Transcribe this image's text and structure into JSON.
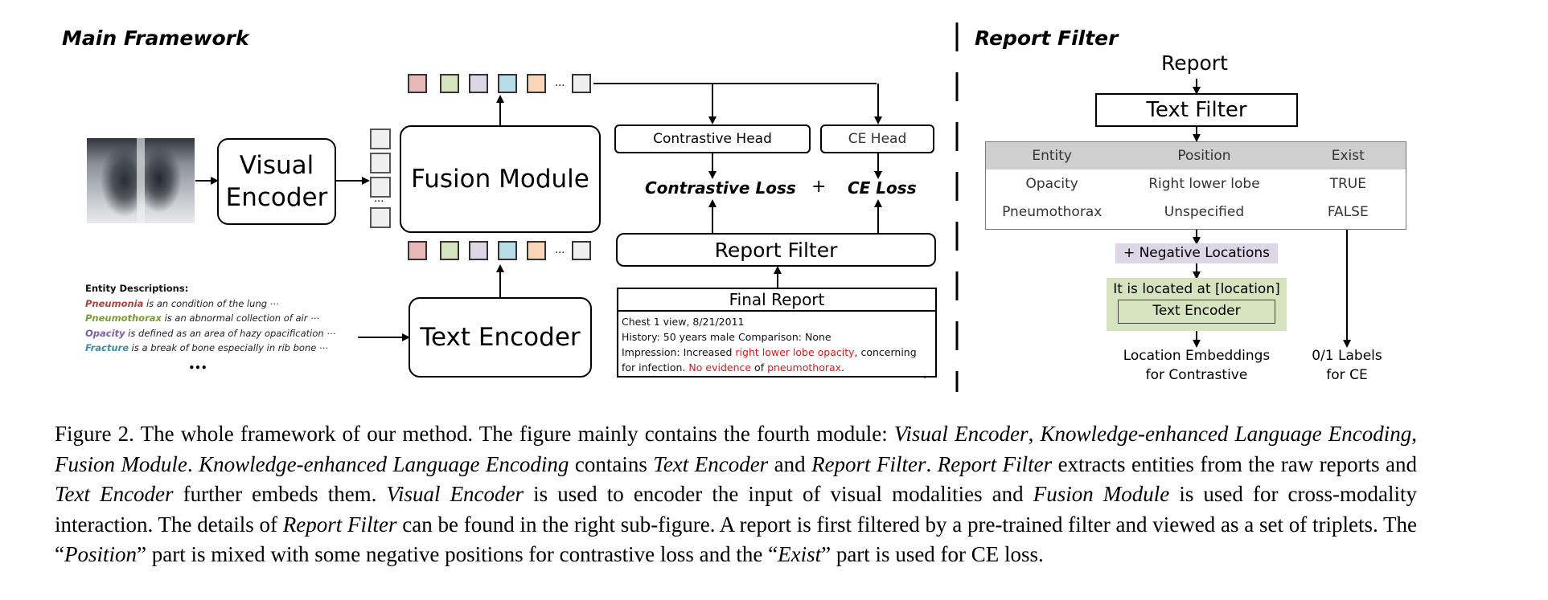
{
  "figure": {
    "main_framework": {
      "title": "Main Framework",
      "visual_encoder": {
        "line1": "Visual",
        "line2": "Encoder"
      },
      "fusion_module": "Fusion Module",
      "text_encoder": "Text Encoder",
      "contrastive_head": "Contrastive Head",
      "ce_head": "CE Head",
      "contrastive_loss": "Contrastive Loss",
      "plus": "+",
      "ce_loss": "CE Loss",
      "report_filter": "Report Filter",
      "token_ellipsis": "...",
      "visual_token_ellipsis": "...",
      "token_colors": [
        "#e8b8b6",
        "#d6e3bf",
        "#dcd6e6",
        "#b6dde7",
        "#fbd5b6",
        "#efefef"
      ],
      "entity_descriptions": {
        "header": "Entity Descriptions:",
        "items": [
          {
            "term": "Pneumonia",
            "rest": " is an  condition of the lung ⋯",
            "color": "#a8423e"
          },
          {
            "term": "Pneumothorax",
            "rest": " is an abnormal collection of air ⋯",
            "color": "#7a9a3a"
          },
          {
            "term": "Opacity",
            "rest": " is defined as an area of hazy opacification ⋯",
            "color": "#7b5fa8"
          },
          {
            "term": "Fracture",
            "rest": " is a break of bone especially in rib bone ⋯",
            "color": "#3a8fa5"
          }
        ],
        "more": "•••"
      },
      "final_report": {
        "title": "Final Report",
        "line1": "Chest 1 view, 8/21/2011",
        "line2": "History: 50 years male   Comparison: None",
        "line3_a": "Impression: Increased ",
        "line3_red": "right lower lobe opacity",
        "line3_b": ", concerning",
        "line4_a": "for infection. ",
        "line4_red1": "No evidence",
        "line4_b": " of ",
        "line4_red2": "pneumothorax",
        "line4_c": "."
      }
    },
    "report_filter": {
      "title": "Report Filter",
      "report_label": "Report",
      "text_filter": "Text Filter",
      "table": {
        "headers": [
          "Entity",
          "Position",
          "Exist"
        ],
        "rows": [
          [
            "Opacity",
            "Right lower lobe",
            "TRUE"
          ],
          [
            "Pneumothorax",
            "Unspecified",
            "FALSE"
          ]
        ]
      },
      "negative_locations": "+ Negative Locations",
      "prompt": "It is located at [location]",
      "text_encoder": "Text Encoder",
      "location_embeddings": {
        "line1": "Location Embeddings",
        "line2": "for Contrastive"
      },
      "labels": {
        "line1": "0/1 Labels",
        "line2": "for CE"
      },
      "negative_color": "#dcd6e6",
      "prompt_color": "#d6e3bf"
    }
  },
  "caption": {
    "p1": "Figure 2.  The whole framework of our method.  The figure mainly contains the fourth module: ",
    "i1": "Visual Encoder",
    "p2": ", ",
    "i2": "Knowledge-enhanced Language Encoding",
    "p3": ", ",
    "i3": "Fusion Module",
    "p4": ".  ",
    "i4": "Knowledge-enhanced Language Encoding",
    "p5": " contains ",
    "i5": "Text Encoder",
    "p6": " and ",
    "i6": "Report Filter",
    "p7": ".  ",
    "i7": "Report Filter",
    "p8": " extracts entities from the raw reports and ",
    "i8": "Text Encoder",
    "p9": " further embeds them.  ",
    "i9": "Visual Encoder",
    "p10": " is used to encoder the input of visual modalities and ",
    "i10": "Fusion Module",
    "p11": " is used for cross-modality interaction. The details of ",
    "i11": "Report Filter",
    "p12": " can be found in the right sub-figure. A report is first filtered by a pre-trained filter and viewed as a set of triplets. The “",
    "i12": "Position",
    "p13": "” part is mixed with some negative positions for contrastive loss and the “",
    "i13": "Exist",
    "p14": "” part is used for CE loss."
  }
}
